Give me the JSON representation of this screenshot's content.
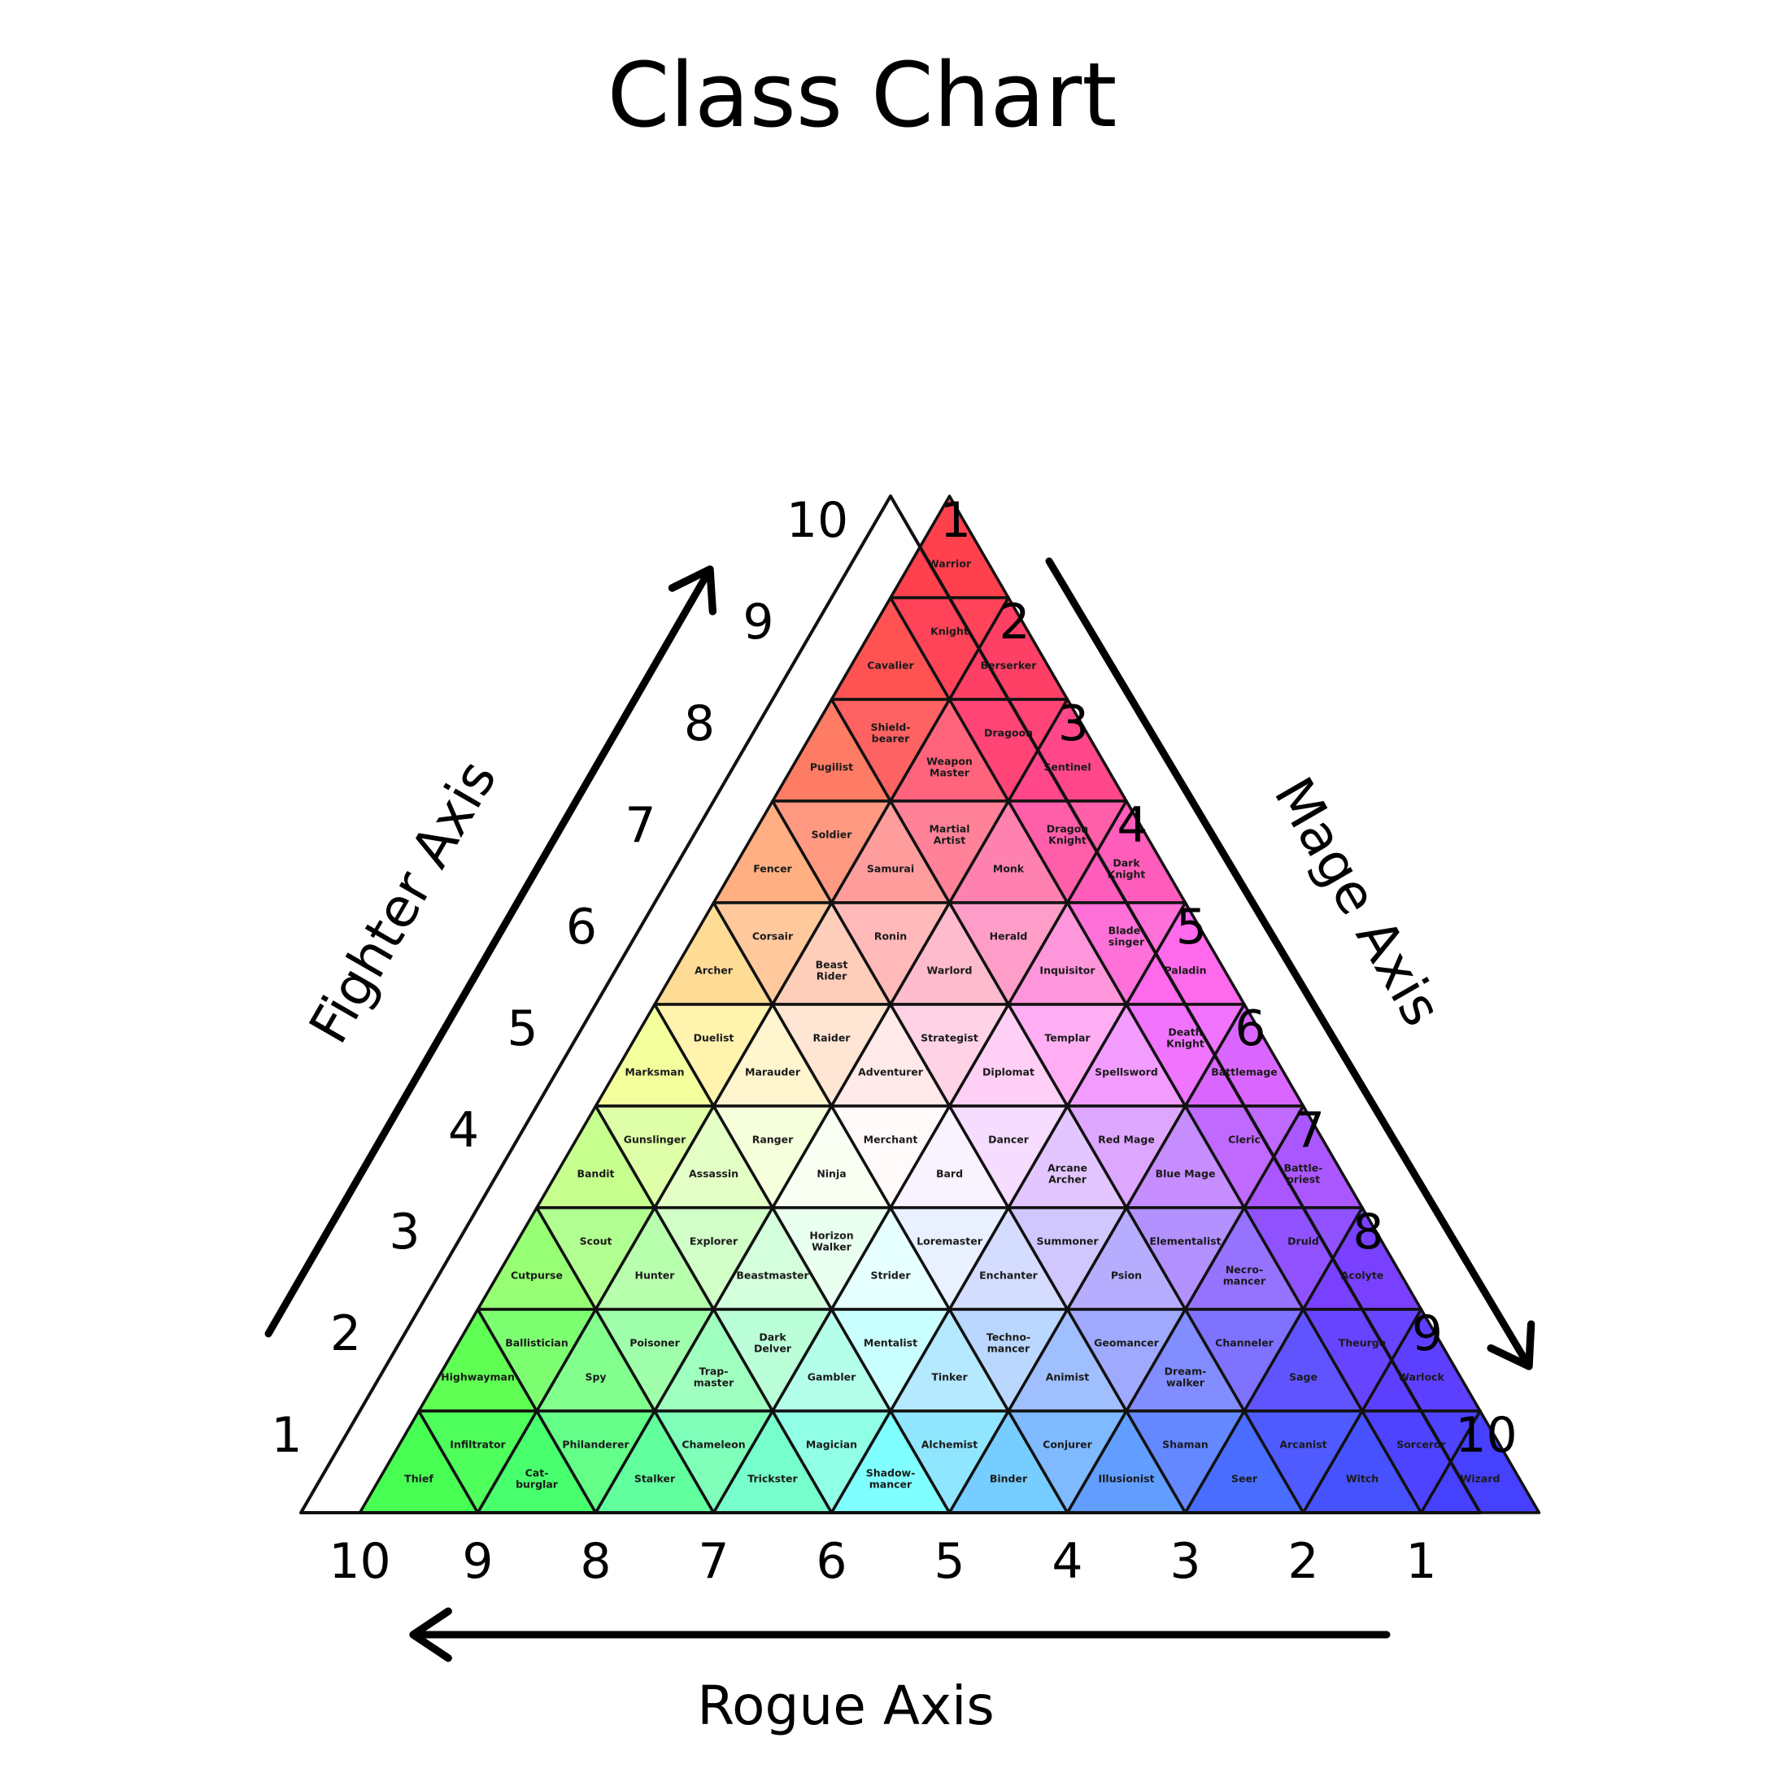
{
  "title": "Class Chart",
  "axes": {
    "fighter": {
      "label": "Fighter Axis",
      "ticks": [
        "10",
        "9",
        "8",
        "7",
        "6",
        "5",
        "4",
        "3",
        "2",
        "1"
      ]
    },
    "mage": {
      "label": "Mage Axis",
      "ticks": [
        "1",
        "2",
        "3",
        "4",
        "5",
        "6",
        "7",
        "8",
        "9",
        "10"
      ]
    },
    "rogue": {
      "label": "Rogue Axis",
      "ticks": [
        "10",
        "9",
        "8",
        "7",
        "6",
        "5",
        "4",
        "3",
        "2",
        "1"
      ]
    }
  },
  "rows": [
    [
      "Warrior"
    ],
    [
      "Cavalier",
      "Knight",
      "Berserker"
    ],
    [
      "Pugilist",
      "Shield-\nbearer",
      "Weapon\nMaster",
      "Dragoon",
      "Sentinel"
    ],
    [
      "Fencer",
      "Soldier",
      "Samurai",
      "Martial\nArtist",
      "Monk",
      "Dragon\nKnight",
      "Dark\nKnight"
    ],
    [
      "Archer",
      "Corsair",
      "Beast\nRider",
      "Ronin",
      "Warlord",
      "Herald",
      "Inquisitor",
      "Blade-\nsinger",
      "Paladin"
    ],
    [
      "Marksman",
      "Duelist",
      "Marauder",
      "Raider",
      "Adventurer",
      "Strategist",
      "Diplomat",
      "Templar",
      "Spellsword",
      "Death\nKnight",
      "Battlemage"
    ],
    [
      "Bandit",
      "Gunslinger",
      "Assassin",
      "Ranger",
      "Ninja",
      "Merchant",
      "Bard",
      "Dancer",
      "Arcane\nArcher",
      "Red Mage",
      "Blue Mage",
      "Cleric",
      "Battle-\npriest"
    ],
    [
      "Cutpurse",
      "Scout",
      "Hunter",
      "Explorer",
      "Beastmaster",
      "Horizon\nWalker",
      "Strider",
      "Loremaster",
      "Enchanter",
      "Summoner",
      "Psion",
      "Elementalist",
      "Necro-\nmancer",
      "Druid",
      "Acolyte"
    ],
    [
      "Highwayman",
      "Ballistician",
      "Spy",
      "Poisoner",
      "Trap-\nmaster",
      "Dark\nDelver",
      "Gambler",
      "Mentalist",
      "Tinker",
      "Techno-\nmancer",
      "Animist",
      "Geomancer",
      "Dream-\nwalker",
      "Channeler",
      "Sage",
      "Theurge",
      "Warlock"
    ],
    [
      "Thief",
      "Infiltrator",
      "Cat-\nburglar",
      "Philanderer",
      "Stalker",
      "Chameleon",
      "Trickster",
      "Magician",
      "Shadow-\nmancer",
      "Alchemist",
      "Binder",
      "Conjurer",
      "Illusionist",
      "Shaman",
      "Seer",
      "Arcanist",
      "Witch",
      "Sorceror",
      "Wizard"
    ]
  ]
}
